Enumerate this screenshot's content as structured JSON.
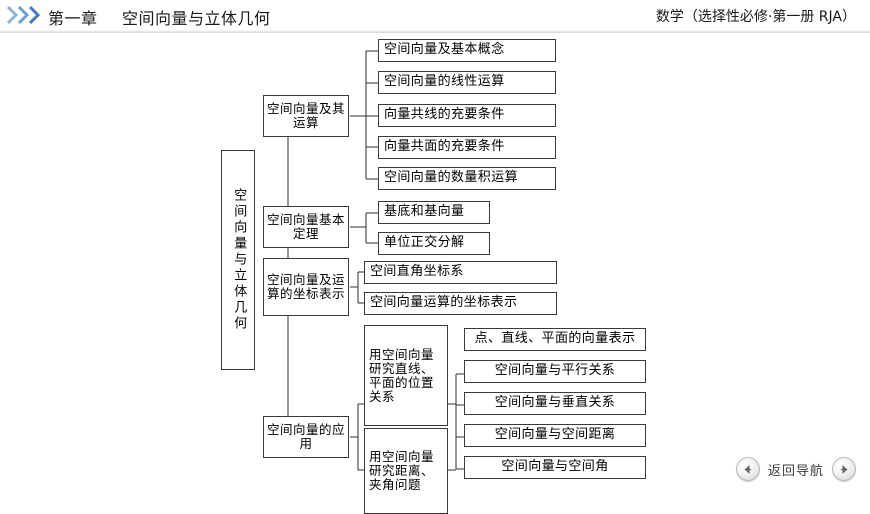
{
  "header": {
    "chevron_icon": "chevron-right-triple",
    "chevron_color": "#4a86c8",
    "chapter_no": "第一章",
    "chapter_title": "空间向量与立体几何",
    "book_info": "数学（选择性必修·第一册 RJA）"
  },
  "diagram": {
    "root": "空间向量与立体几何",
    "branches": [
      {
        "label": "空间向量及其运算",
        "children": [
          "空间向量及基本概念",
          "空间向量的线性运算",
          "向量共线的充要条件",
          "向量共面的充要条件",
          "空间向量的数量积运算"
        ]
      },
      {
        "label": "空间向量基本定理",
        "children": [
          "基底和基向量",
          "单位正交分解"
        ]
      },
      {
        "label": "空间向量及运算的坐标表示",
        "children": [
          "空间直角坐标系",
          "空间向量运算的坐标表示"
        ]
      },
      {
        "label": "空间向量的应用",
        "children": [
          {
            "label": "用空间向量研究直线、平面的位置关系",
            "children": [
              "点、直线、平面的向量表示",
              "空间向量与平行关系",
              "空间向量与垂直关系"
            ]
          },
          {
            "label": "用空间向量研究距离、夹角问题",
            "children": [
              "空间向量与空间距离",
              "空间向量与空间角"
            ]
          }
        ]
      }
    ]
  },
  "footer": {
    "prev_icon": "arrow-left-circle-icon",
    "label": "返回导航",
    "next_icon": "arrow-right-circle-icon"
  },
  "colors": {
    "box_border": "#3a3a3a",
    "text": "#000000",
    "header_accent": "#4a86c8",
    "rule": "#cfd8e0"
  }
}
